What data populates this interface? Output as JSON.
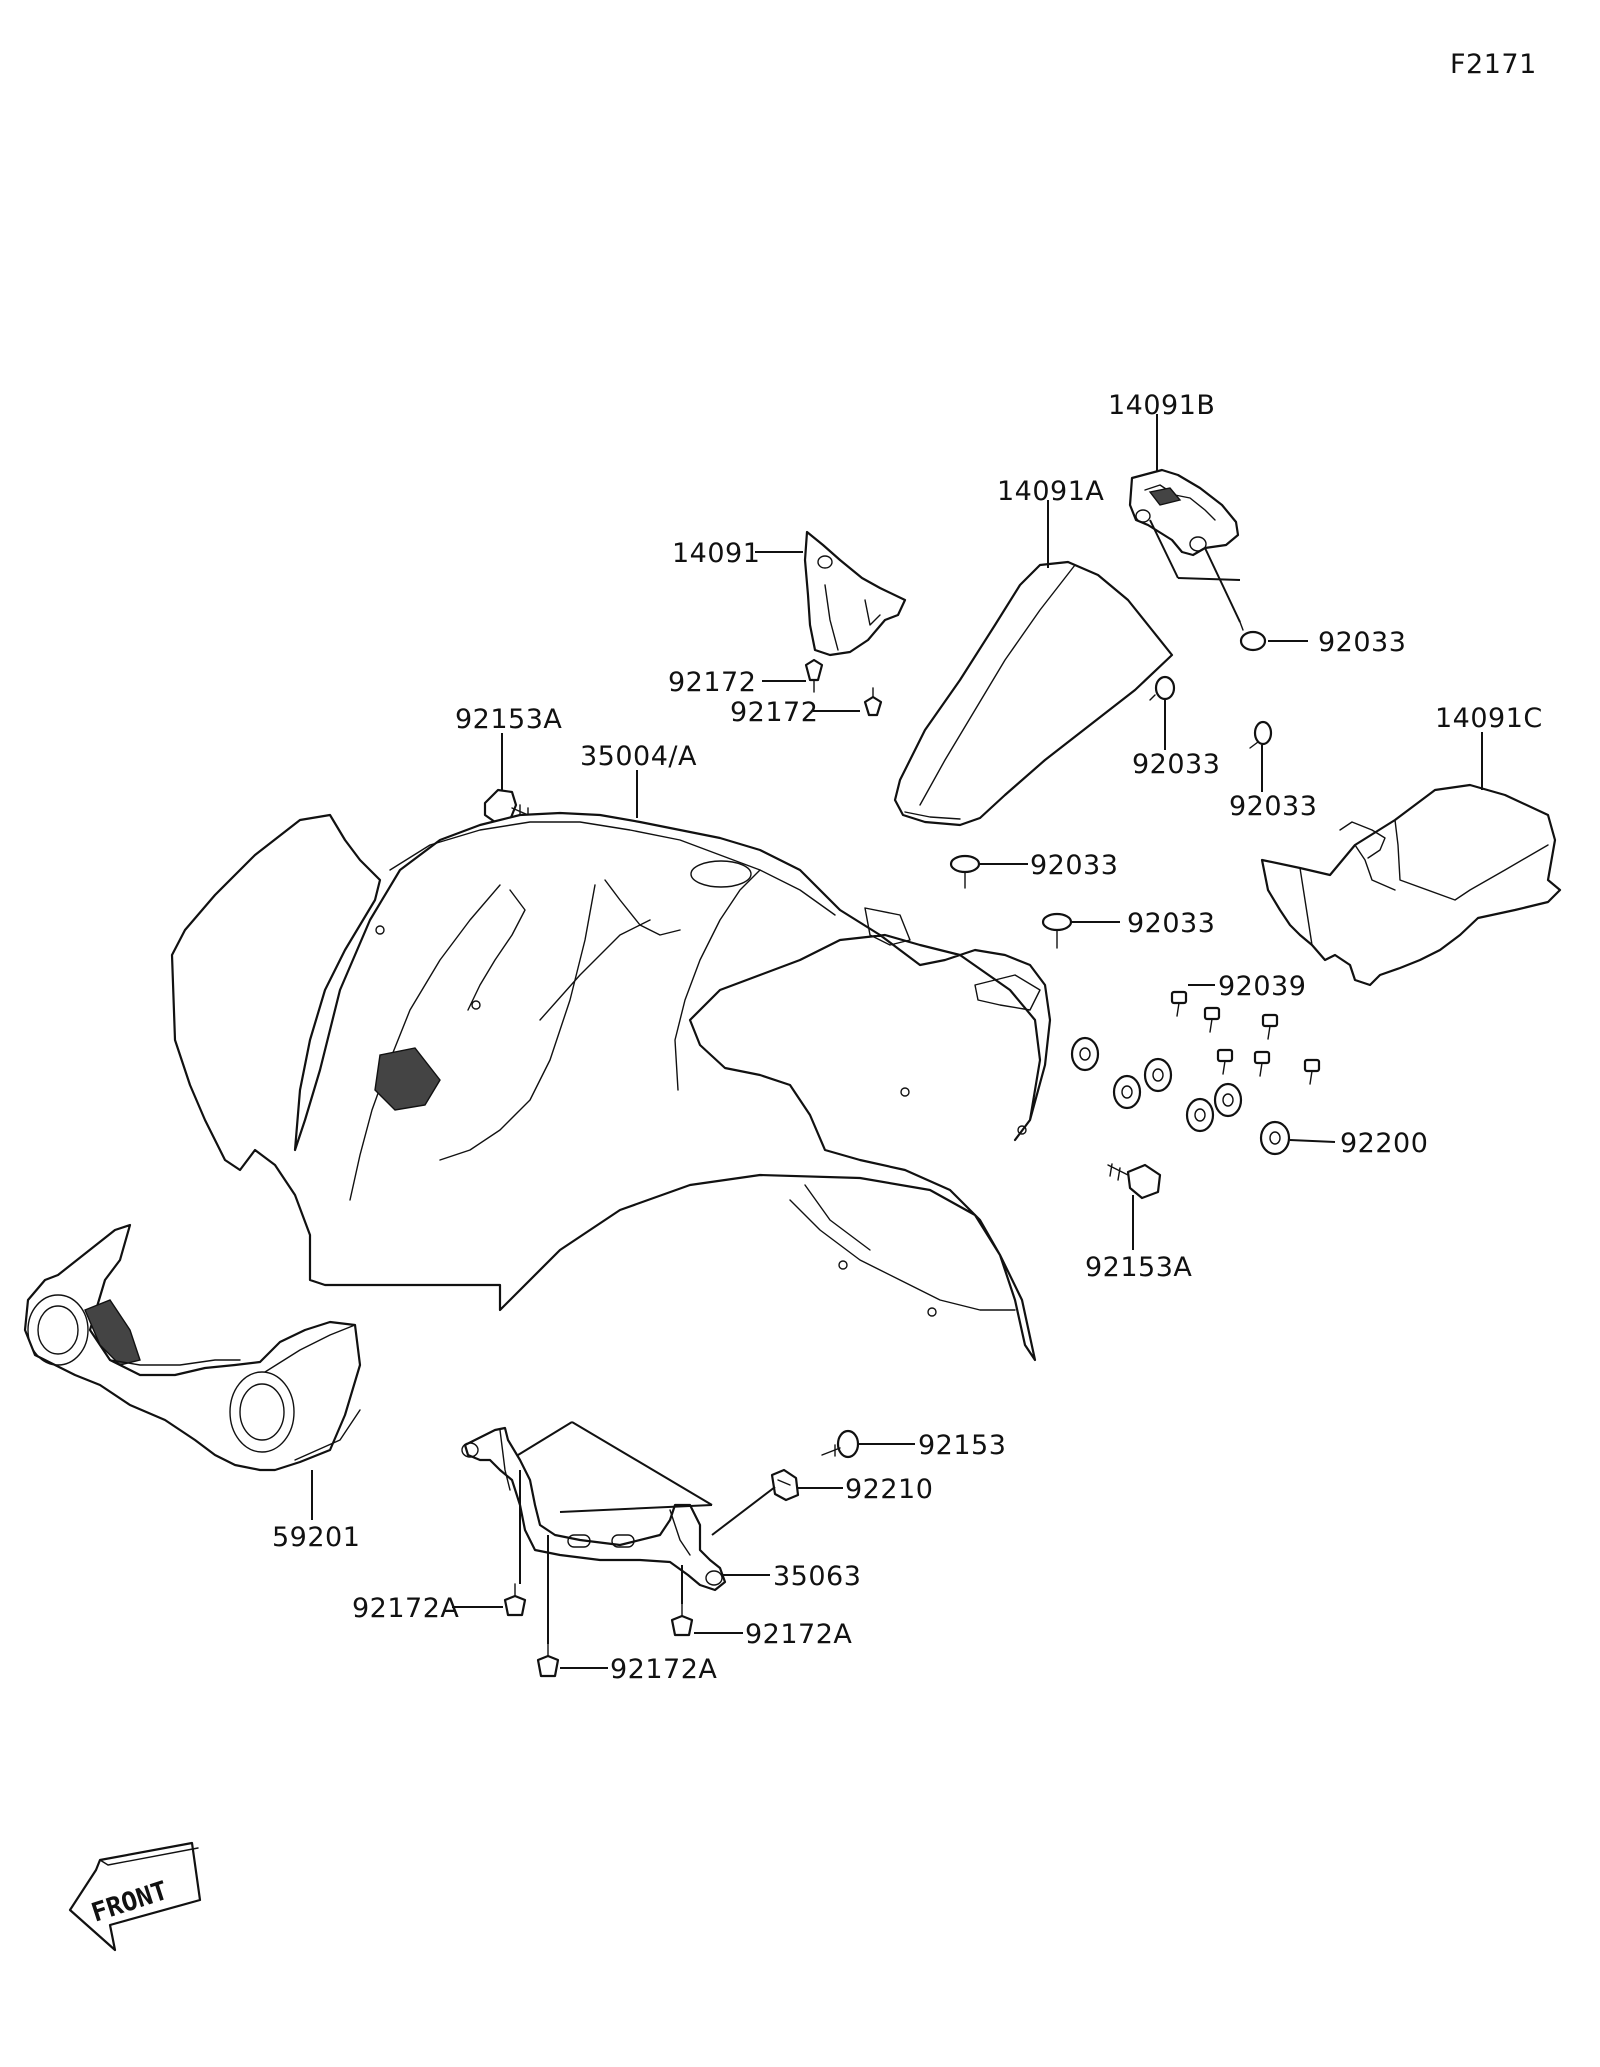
{
  "diagram_code": "F2171",
  "labels": {
    "l14091B": "14091B",
    "l14091A": "14091A",
    "l14091": "14091",
    "l92033_a": "92033",
    "l92172_a": "92172",
    "l92172_b": "92172",
    "l92033_b": "92033",
    "l92033_c": "92033",
    "l14091C": "14091C",
    "l92153A_a": "92153A",
    "l35004A": "35004/A",
    "l92033_d": "92033",
    "l92033_e": "92033",
    "l92039": "92039",
    "l92200": "92200",
    "l92153A_b": "92153A",
    "l92153": "92153",
    "l92210": "92210",
    "l35063": "35063",
    "l59201": "59201",
    "l92172A_a": "92172A",
    "l92172A_b": "92172A",
    "l92172A_c": "92172A"
  },
  "front_arrow": "FRONT"
}
